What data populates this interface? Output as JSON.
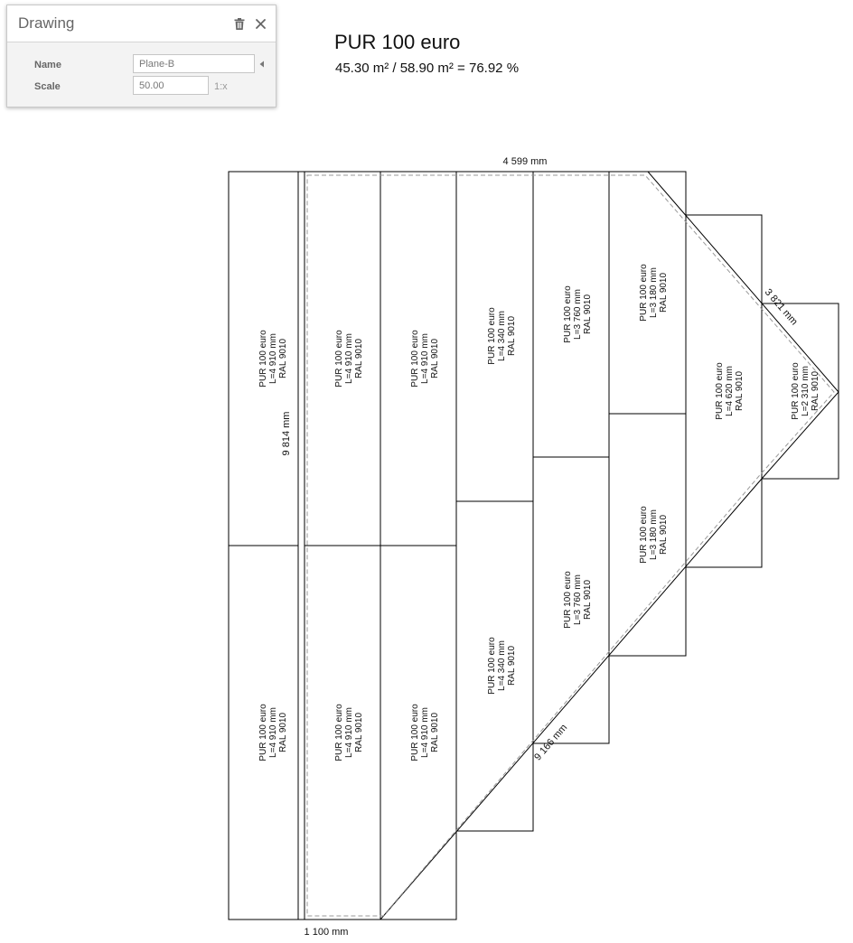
{
  "panel": {
    "title": "Drawing",
    "name_label": "Name",
    "name_value": "Plane-B",
    "scale_label": "Scale",
    "scale_value": "50.00",
    "scale_unit": "1:x"
  },
  "summary": {
    "material": "PUR 100 euro",
    "area_line": "45.30 m² /  58.90 m² = 76.92 %"
  },
  "dimensions": {
    "top_width": "4 599 mm",
    "left_height": "9 814 mm",
    "bottom_width": "1 100 mm",
    "upper_edge": "3 821 mm",
    "lower_edge": "9 166 mm"
  },
  "panels": [
    {
      "material": "PUR 100 euro",
      "length": "L=4 910 mm",
      "color": "RAL 9010"
    },
    {
      "material": "PUR 100 euro",
      "length": "L=4 910 mm",
      "color": "RAL 9010"
    },
    {
      "material": "PUR 100 euro",
      "length": "L=4 910 mm",
      "color": "RAL 9010"
    },
    {
      "material": "PUR 100 euro",
      "length": "L=4 910 mm",
      "color": "RAL 9010"
    },
    {
      "material": "PUR 100 euro",
      "length": "L=4 910 mm",
      "color": "RAL 9010"
    },
    {
      "material": "PUR 100 euro",
      "length": "L=4 910 mm",
      "color": "RAL 9010"
    },
    {
      "material": "PUR 100 euro",
      "length": "L=4 340 mm",
      "color": "RAL 9010"
    },
    {
      "material": "PUR 100 euro",
      "length": "L=4 340 mm",
      "color": "RAL 9010"
    },
    {
      "material": "PUR 100 euro",
      "length": "L=3 760 mm",
      "color": "RAL 9010"
    },
    {
      "material": "PUR 100 euro",
      "length": "L=3 760 mm",
      "color": "RAL 9010"
    },
    {
      "material": "PUR 100 euro",
      "length": "L=3 180 mm",
      "color": "RAL 9010"
    },
    {
      "material": "PUR 100 euro",
      "length": "L=3 180 mm",
      "color": "RAL 9010"
    },
    {
      "material": "PUR 100 euro",
      "length": "L=4 620 mm",
      "color": "RAL 9010"
    },
    {
      "material": "PUR 100 euro",
      "length": "L=2 310 mm",
      "color": "RAL 9010"
    }
  ]
}
